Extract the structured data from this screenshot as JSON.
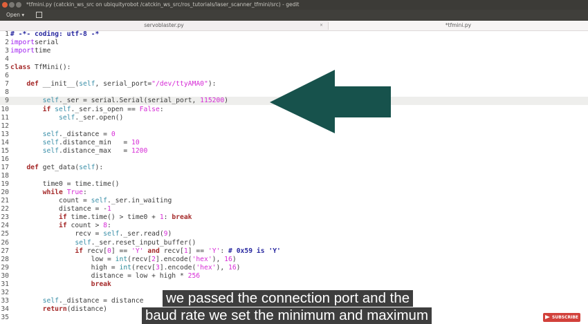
{
  "window": {
    "title": "*tfmini.py (catckin_ws_src on ubiquityrobot /catckin_ws_src/ros_tutorials/laser_scanner_tfmini/src) - gedit"
  },
  "toolbar": {
    "open_label": "Open ▾"
  },
  "tabs": [
    {
      "label": "servoblaster.py",
      "close": "×"
    },
    {
      "label": "*tfmini.py"
    }
  ],
  "editor": {
    "current_line": 9,
    "lines": [
      [
        [
          "c",
          "# -*- coding: utf-8 -*"
        ]
      ],
      [
        [
          "i",
          "import"
        ],
        [
          "",
          "serial"
        ]
      ],
      [
        [
          "i",
          "import"
        ],
        [
          "",
          "time"
        ]
      ],
      [],
      [
        [
          "cl",
          "class"
        ],
        [
          "",
          " TfMini():"
        ]
      ],
      [],
      [
        [
          "",
          "    "
        ],
        [
          "k",
          "def"
        ],
        [
          "",
          " __init__("
        ],
        [
          "s",
          "self"
        ],
        [
          "",
          ", serial_port="
        ],
        [
          "n",
          "\"/dev/ttyAMA0\""
        ],
        [
          "",
          "):"
        ]
      ],
      [],
      [
        [
          "",
          "        "
        ],
        [
          "s",
          "self"
        ],
        [
          "",
          "._ser = serial.Serial(serial_port, "
        ],
        [
          "n",
          "115200"
        ],
        [
          "",
          ")"
        ]
      ],
      [
        [
          "",
          "        "
        ],
        [
          "k",
          "if"
        ],
        [
          " ",
          ""
        ],
        [
          "s",
          " self"
        ],
        [
          "",
          "._ser.is_open == "
        ],
        [
          "n",
          "False"
        ],
        [
          "",
          ":"
        ]
      ],
      [
        [
          "",
          "            "
        ],
        [
          "s",
          "self"
        ],
        [
          "",
          "._ser.open()"
        ]
      ],
      [],
      [
        [
          "",
          "        "
        ],
        [
          "s",
          "self"
        ],
        [
          "",
          "._distance = "
        ],
        [
          "n",
          "0"
        ]
      ],
      [
        [
          "",
          "        "
        ],
        [
          "s",
          "self"
        ],
        [
          "",
          ".distance_min   = "
        ],
        [
          "n",
          "10"
        ]
      ],
      [
        [
          "",
          "        "
        ],
        [
          "s",
          "self"
        ],
        [
          "",
          ".distance_max   = "
        ],
        [
          "n",
          "1200"
        ]
      ],
      [],
      [
        [
          "",
          "    "
        ],
        [
          "k",
          "def"
        ],
        [
          "",
          " get_data("
        ],
        [
          "s",
          "self"
        ],
        [
          "",
          "):"
        ]
      ],
      [],
      [
        [
          "",
          "        time0 = time.time()"
        ]
      ],
      [
        [
          "",
          "        "
        ],
        [
          "k",
          "while"
        ],
        [
          "",
          " "
        ],
        [
          "n",
          "True"
        ],
        [
          "",
          ":"
        ]
      ],
      [
        [
          "",
          "            count = "
        ],
        [
          "s",
          "self"
        ],
        [
          "",
          "._ser.in_waiting"
        ]
      ],
      [
        [
          "",
          "            distance = -"
        ],
        [
          "n",
          "1"
        ]
      ],
      [
        [
          "",
          "            "
        ],
        [
          "k",
          "if"
        ],
        [
          "",
          " time.time() > time0 + "
        ],
        [
          "n",
          "1"
        ],
        [
          "",
          ": "
        ],
        [
          "k",
          "break"
        ]
      ],
      [
        [
          "",
          "            "
        ],
        [
          "k",
          "if"
        ],
        [
          "",
          " count > "
        ],
        [
          "n",
          "8"
        ],
        [
          "",
          ":"
        ]
      ],
      [
        [
          "",
          "                recv = "
        ],
        [
          "s",
          "self"
        ],
        [
          "",
          "._ser.read("
        ],
        [
          "n",
          "9"
        ],
        [
          "",
          ")"
        ]
      ],
      [
        [
          "",
          "                "
        ],
        [
          "s",
          "self"
        ],
        [
          "",
          "._ser.reset_input_buffer()"
        ]
      ],
      [
        [
          "",
          "                "
        ],
        [
          "k",
          "if"
        ],
        [
          "",
          " recv["
        ],
        [
          "n",
          "0"
        ],
        [
          "",
          "] == "
        ],
        [
          "n",
          "'Y'"
        ],
        [
          "",
          " "
        ],
        [
          "k",
          "and"
        ],
        [
          "",
          " recv["
        ],
        [
          "n",
          "1"
        ],
        [
          "",
          "] == "
        ],
        [
          "n",
          "'Y'"
        ],
        [
          "",
          ": "
        ],
        [
          "c",
          "# 0x59 is 'Y'"
        ]
      ],
      [
        [
          "",
          "                    low = "
        ],
        [
          "b",
          "int"
        ],
        [
          "",
          "(recv["
        ],
        [
          "n",
          "2"
        ],
        [
          "",
          "].encode("
        ],
        [
          "n",
          "'hex'"
        ],
        [
          "",
          "), "
        ],
        [
          "n",
          "16"
        ],
        [
          "",
          ")"
        ]
      ],
      [
        [
          "",
          "                    high = "
        ],
        [
          "b",
          "int"
        ],
        [
          "",
          "(recv["
        ],
        [
          "n",
          "3"
        ],
        [
          "",
          "].encode("
        ],
        [
          "n",
          "'hex'"
        ],
        [
          "",
          "), "
        ],
        [
          "n",
          "16"
        ],
        [
          "",
          ")"
        ]
      ],
      [
        [
          "",
          "                    distance = low + high * "
        ],
        [
          "n",
          "256"
        ]
      ],
      [
        [
          "",
          "                    "
        ],
        [
          "k",
          "break"
        ]
      ],
      [],
      [
        [
          "",
          "        "
        ],
        [
          "s",
          "self"
        ],
        [
          "",
          "._distance = distance"
        ]
      ],
      [
        [
          "",
          "        "
        ],
        [
          "k",
          "return"
        ],
        [
          "",
          "(distance)"
        ]
      ],
      []
    ]
  },
  "annotation": {
    "arrow_color": "#17524c",
    "arrow_target_line": 9
  },
  "subtitles": {
    "line1": "we passed the connection port and the",
    "line2": "baud rate we set the minimum and maximum"
  },
  "subscribe": {
    "label": "SUBSCRIBE",
    "color": "#d2413b"
  }
}
